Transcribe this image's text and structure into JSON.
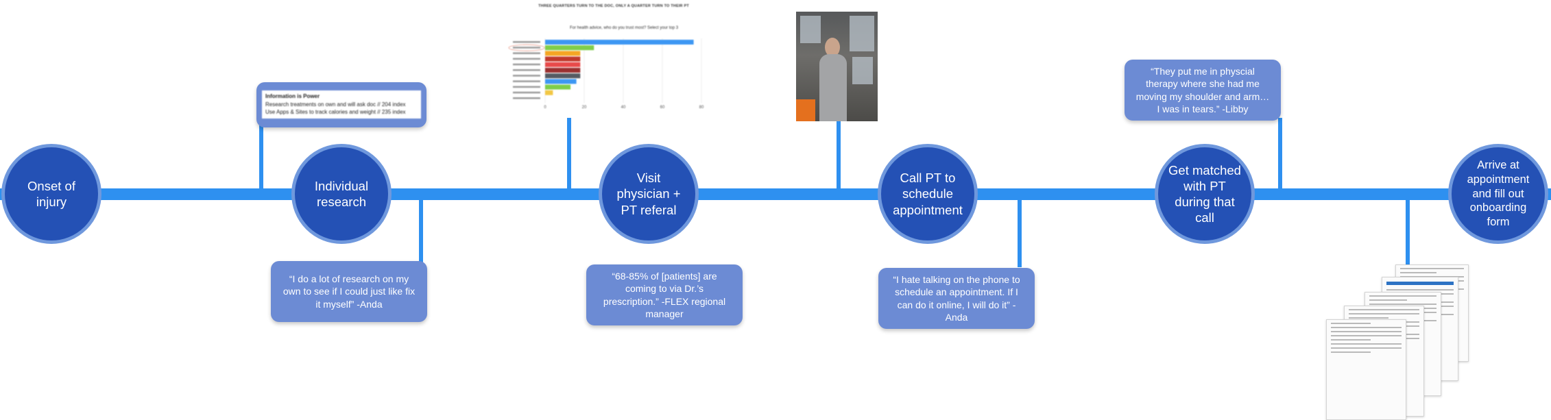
{
  "stages": [
    {
      "label": "Onset of injury"
    },
    {
      "label": "Individual research"
    },
    {
      "label": "Visit physician + PT referal"
    },
    {
      "label": "Call PT to schedule appointment"
    },
    {
      "label": "Get matched with PT during that call"
    },
    {
      "label": "Arrive at appointment and fill out onboarding form"
    }
  ],
  "quotes": {
    "anda_research": "“I do a lot of research on my own to see if I could just like fix it myself” -Anda",
    "flex_manager": "“68-85% of [patients] are coming to via Dr.’s prescription.” -FLEX regional manager",
    "anda_phone": "“I hate talking on the phone to schedule an appointment. If I can do it online, I will do it” -Anda",
    "libby": "“They put me in physcial therapy where she had me moving my shoulder and arm… I was in tears.” -Libby"
  },
  "research_card": {
    "title": "Information is Power",
    "line1": "Research treatments on own and will ask doc // 204 index",
    "line2": "Use Apps & Sites to track calories and weight // 235 index"
  },
  "survey_chart": {
    "title": "THREE QUARTERS TURN TO THE DOC, ONLY A QUARTER TURN TO THEIR PT",
    "question": "For health advice, who do you trust most? Select your top 3",
    "chart_data": {
      "type": "bar",
      "orientation": "horizontal",
      "categories": [
        "",
        "",
        "",
        "",
        "",
        "",
        "",
        "",
        "",
        "",
        ""
      ],
      "values": [
        76,
        25,
        18,
        18,
        18,
        18,
        18,
        16,
        13,
        4,
        0
      ],
      "colors": [
        "#3d97f3",
        "#7fce4a",
        "#f5a623",
        "#c0392b",
        "#e84a4a",
        "#9b3030",
        "#555b63",
        "#3d97f3",
        "#7fce4a",
        "#f2c744",
        "#ffffff"
      ],
      "xlim": [
        0,
        80
      ],
      "xticks": [
        "0",
        "20",
        "40",
        "60",
        "80"
      ],
      "xlabel": "",
      "ylabel": ""
    }
  },
  "photo": {
    "subject": "man-on-phone-photo"
  }
}
